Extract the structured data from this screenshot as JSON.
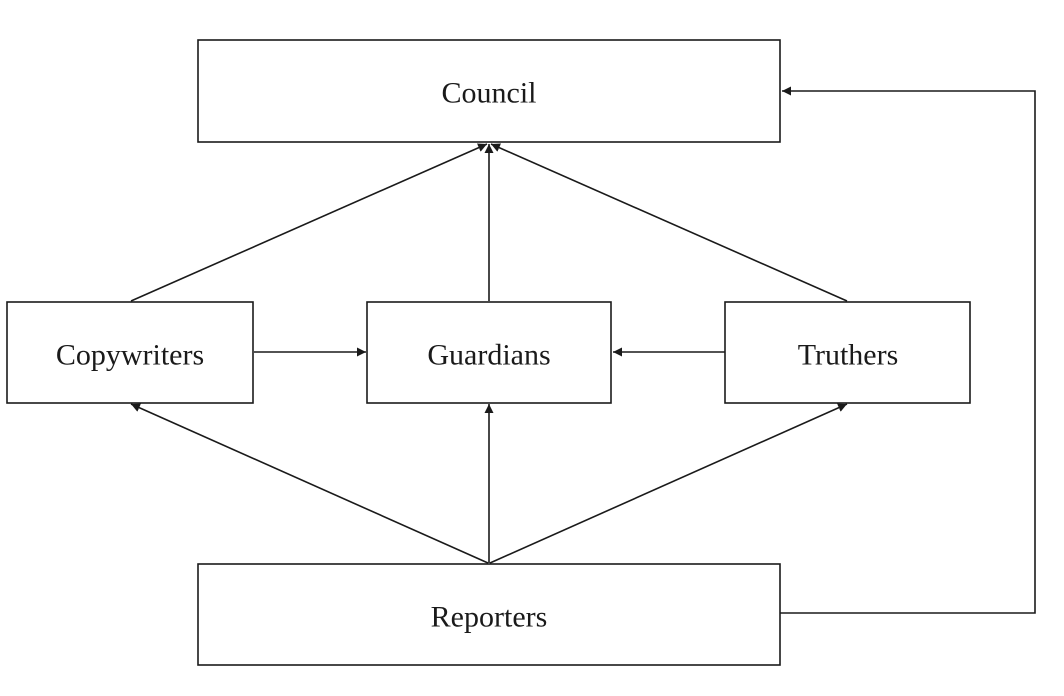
{
  "diagram": {
    "nodes": {
      "council": "Council",
      "copywriters": "Copywriters",
      "guardians": "Guardians",
      "truthers": "Truthers",
      "reporters": "Reporters"
    },
    "edges": [
      {
        "from": "Copywriters",
        "to": "Council"
      },
      {
        "from": "Guardians",
        "to": "Council"
      },
      {
        "from": "Truthers",
        "to": "Council"
      },
      {
        "from": "Copywriters",
        "to": "Guardians"
      },
      {
        "from": "Truthers",
        "to": "Guardians"
      },
      {
        "from": "Reporters",
        "to": "Copywriters"
      },
      {
        "from": "Reporters",
        "to": "Guardians"
      },
      {
        "from": "Reporters",
        "to": "Truthers"
      },
      {
        "from": "Reporters",
        "to": "Council"
      }
    ],
    "colors": {
      "stroke": "#1a1a1a",
      "background": "#ffffff"
    }
  }
}
